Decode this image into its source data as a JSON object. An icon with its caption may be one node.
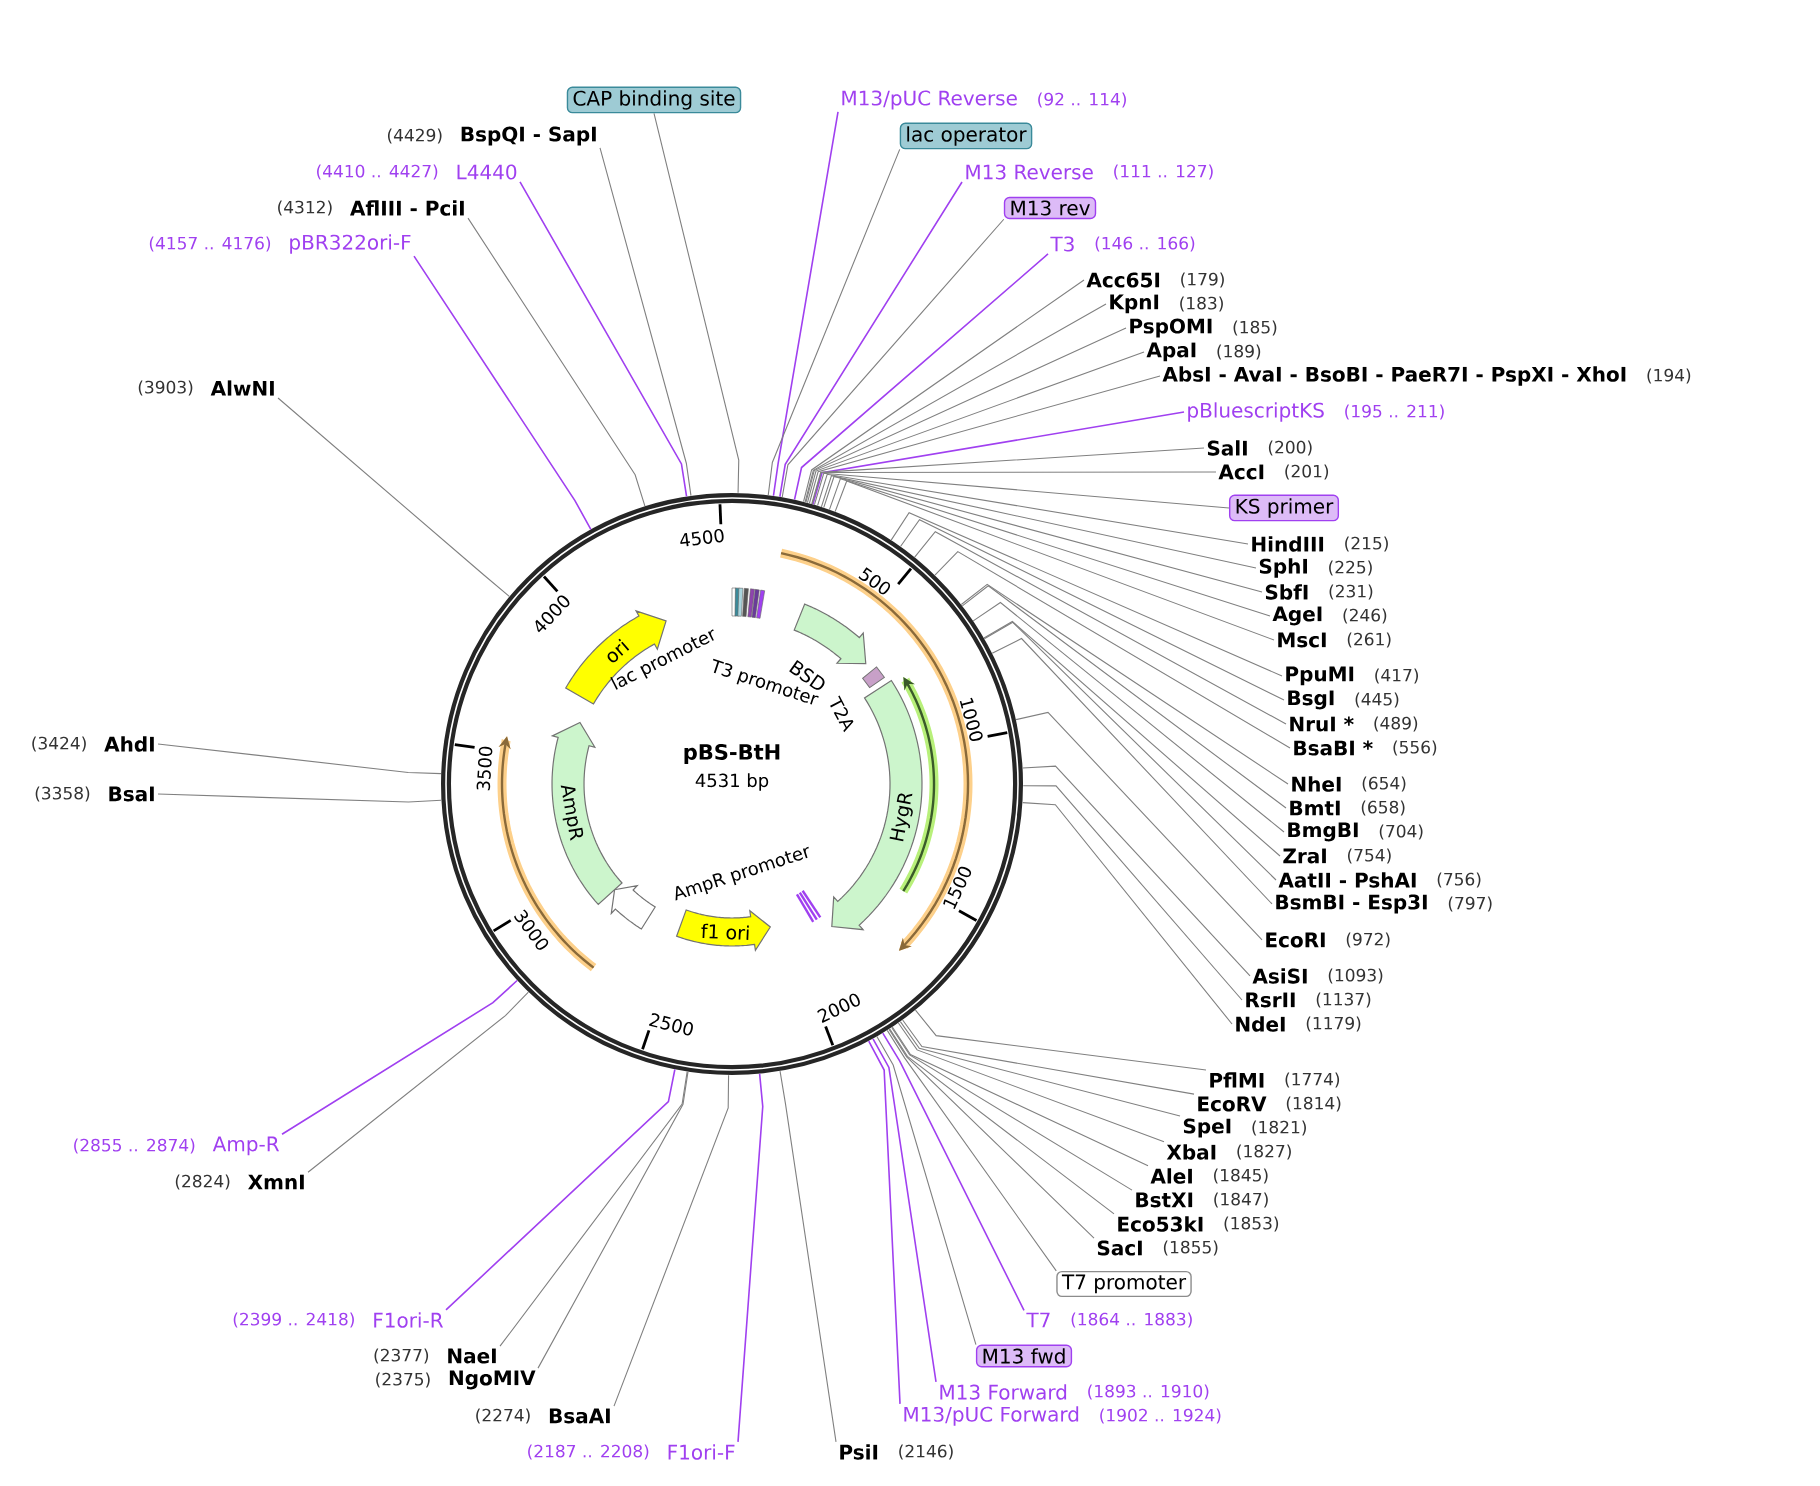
{
  "diagram": {
    "title": "pBS-BtH",
    "nodes": [
      {
        "text": [
          "CAP binding site"
        ]
      },
      {
        "text": [
          "M13/pUC Reverse"
        ],
        "beside": [
          "(92 .. 114)"
        ]
      },
      {
        "text": [
          "BspQI - SapI"
        ],
        "beside": [
          "(4429)"
        ]
      },
      {
        "text": [
          "lac operator"
        ]
      },
      {
        "text": [
          "L4440"
        ],
        "beside": [
          "(4410 .. 4427)"
        ]
      },
      {
        "text": [
          "M13 Reverse"
        ],
        "beside": [
          "(111 .. 127)"
        ]
      },
      {
        "text": [
          "AflIII - PciI"
        ],
        "beside": [
          "(4312)"
        ]
      },
      {
        "text": [
          "M13 rev"
        ]
      },
      {
        "text": [
          "pBR322ori-F"
        ],
        "beside": [
          "(4157 .. 4176)"
        ]
      },
      {
        "text": [
          "T3"
        ],
        "beside": [
          "(146 .. 166)"
        ]
      },
      {
        "text": [
          "Acc65I"
        ],
        "beside": [
          "(179)"
        ]
      },
      {
        "text": [
          "KpnI"
        ],
        "beside": [
          "(183)"
        ]
      },
      {
        "text": [
          "PspOMI"
        ],
        "beside": [
          "(185)"
        ]
      },
      {
        "text": [
          "ApaI"
        ],
        "beside": [
          "(189)"
        ]
      },
      {
        "text": [
          "AbsI - AvaI - BsoBI - PaeR7I - PspXI - XhoI"
        ],
        "beside": [
          "(194)"
        ]
      },
      {
        "text": [
          "AlwNI"
        ],
        "beside": [
          "(3903)"
        ]
      },
      {
        "text": [
          "pBluescriptKS"
        ],
        "beside": [
          "(195 .. 211)"
        ]
      },
      {
        "text": [
          "SalI"
        ],
        "beside": [
          "(200)"
        ]
      },
      {
        "text": [
          "AccI"
        ],
        "beside": [
          "(201)"
        ]
      },
      {
        "text": [
          "KS primer"
        ]
      },
      {
        "text": [
          "HindIII"
        ],
        "beside": [
          "(215)"
        ]
      },
      {
        "text": [
          "SphI"
        ],
        "beside": [
          "(225)"
        ]
      },
      {
        "text": [
          "SbfI"
        ],
        "beside": [
          "(231)"
        ]
      },
      {
        "text": [
          "AgeI"
        ],
        "beside": [
          "(246)"
        ]
      },
      {
        "text": [
          "MscI"
        ],
        "beside": [
          "(261)"
        ]
      },
      {
        "text": [
          "PpuMI"
        ],
        "beside": [
          "(417)"
        ]
      },
      {
        "text": [
          "BsgI"
        ],
        "beside": [
          "(445)"
        ]
      },
      {
        "text": [
          "NruI *"
        ],
        "beside": [
          "(489)"
        ]
      },
      {
        "text": [
          "AhdI"
        ],
        "beside": [
          "(3424)"
        ]
      },
      {
        "text": [
          "BsaBI *"
        ],
        "beside": [
          "(556)"
        ]
      },
      {
        "text": [
          "NheI"
        ],
        "beside": [
          "(654)"
        ]
      },
      {
        "text": [
          "BsaI"
        ],
        "beside": [
          "(3358)"
        ]
      },
      {
        "text": [
          "BmtI"
        ],
        "beside": [
          "(658)"
        ]
      },
      {
        "text": [
          "BmgBI"
        ],
        "beside": [
          "(704)"
        ]
      },
      {
        "text": [
          "ZraI"
        ],
        "beside": [
          "(754)"
        ]
      },
      {
        "text": [
          "AatII - PshAI"
        ],
        "beside": [
          "(756)"
        ]
      },
      {
        "text": [
          "BsmBI - Esp3I"
        ],
        "beside": [
          "(797)"
        ]
      },
      {
        "text": [
          "EcoRI"
        ],
        "beside": [
          "(972)"
        ]
      },
      {
        "text": [
          "AsiSI"
        ],
        "beside": [
          "(1093)"
        ]
      },
      {
        "text": [
          "RsrII"
        ],
        "beside": [
          "(1137)"
        ]
      },
      {
        "text": [
          "NdeI"
        ],
        "beside": [
          "(1179)"
        ]
      },
      {
        "text": [
          "PflMI"
        ],
        "beside": [
          "(1774)"
        ]
      },
      {
        "text": [
          "EcoRV"
        ],
        "beside": [
          "(1814)"
        ]
      },
      {
        "text": [
          "SpeI"
        ],
        "beside": [
          "(1821)"
        ]
      },
      {
        "text": [
          "Amp-R"
        ],
        "beside": [
          "(2855 .. 2874)"
        ]
      },
      {
        "text": [
          "XbaI"
        ],
        "beside": [
          "(1827)"
        ]
      },
      {
        "text": [
          "AleI"
        ],
        "beside": [
          "(1845)"
        ]
      },
      {
        "text": [
          "XmnI"
        ],
        "beside": [
          "(2824)"
        ]
      },
      {
        "text": [
          "BstXI"
        ],
        "beside": [
          "(1847)"
        ]
      },
      {
        "text": [
          "Eco53kI"
        ],
        "beside": [
          "(1853)"
        ]
      },
      {
        "text": [
          "SacI"
        ],
        "beside": [
          "(1855)"
        ]
      },
      {
        "text": [
          "T7 promoter"
        ]
      },
      {
        "text": [
          "F1ori-R"
        ],
        "beside": [
          "(2399 .. 2418)"
        ]
      },
      {
        "text": [
          "T7"
        ],
        "beside": [
          "(1864 .. 1883)"
        ]
      },
      {
        "text": [
          "NaeI"
        ],
        "beside": [
          "(2377)"
        ]
      },
      {
        "text": [
          "M13 fwd"
        ]
      },
      {
        "text": [
          "NgoMIV"
        ],
        "beside": [
          "(2375)"
        ]
      },
      {
        "text": [
          "M13 Forward"
        ],
        "beside": [
          "(1893 .. 1910)"
        ]
      },
      {
        "text": [
          "BsaAI"
        ],
        "beside": [
          "(2274)"
        ]
      },
      {
        "text": [
          "M13/pUC Forward"
        ],
        "beside": [
          "(1902 .. 1924)"
        ]
      },
      {
        "text": [
          "F1ori-F"
        ],
        "beside": [
          "(2187 .. 2208)"
        ]
      },
      {
        "text": [
          "PsiI"
        ],
        "beside": [
          "(2146)"
        ]
      },
      {
        "text": [],
        "shape": "circle"
      },
      {
        "text": [
          "ori"
        ],
        "in": 62
      },
      {
        "text": [
          "BSD"
        ],
        "in": 62
      },
      {
        "text": [
          "HygR"
        ],
        "in": 62
      },
      {
        "text": [
          "AmpR"
        ],
        "in": 62
      },
      {
        "text": [
          "f1 ori"
        ],
        "in": 62
      }
    ],
    "edges": [
      {
        "from": 0,
        "to": 62,
        "arrow": "none"
      },
      {
        "from": 1,
        "to": 62,
        "arrow": "none",
        "color": "#a040f0"
      },
      {
        "from": 2,
        "to": 62,
        "arrow": "none"
      },
      {
        "from": 3,
        "to": 62,
        "arrow": "none"
      },
      {
        "from": 4,
        "to": 62,
        "arrow": "none",
        "color": "#a040f0"
      },
      {
        "from": 5,
        "to": 62,
        "arrow": "none",
        "color": "#a040f0"
      },
      {
        "from": 6,
        "to": 62,
        "arrow": "none"
      },
      {
        "from": 7,
        "to": 62,
        "arrow": "none"
      },
      {
        "from": 8,
        "to": 62,
        "arrow": "none",
        "color": "#a040f0"
      },
      {
        "from": 9,
        "to": 62,
        "arrow": "none",
        "color": "#a040f0"
      },
      {
        "from": 10,
        "to": 62,
        "arrow": "none"
      },
      {
        "from": 11,
        "to": 62,
        "arrow": "none"
      },
      {
        "from": 12,
        "to": 62,
        "arrow": "none"
      },
      {
        "from": 13,
        "to": 62,
        "arrow": "none"
      },
      {
        "from": 14,
        "to": 62,
        "arrow": "none"
      },
      {
        "from": 15,
        "to": 62,
        "arrow": "none"
      },
      {
        "from": 16,
        "to": 62,
        "arrow": "none",
        "color": "#a040f0"
      },
      {
        "from": 17,
        "to": 62,
        "arrow": "none"
      },
      {
        "from": 18,
        "to": 62,
        "arrow": "none"
      },
      {
        "from": 19,
        "to": 62,
        "arrow": "none"
      },
      {
        "from": 20,
        "to": 62,
        "arrow": "none"
      },
      {
        "from": 21,
        "to": 62,
        "arrow": "none"
      },
      {
        "from": 22,
        "to": 62,
        "arrow": "none"
      },
      {
        "from": 23,
        "to": 62,
        "arrow": "none"
      },
      {
        "from": 24,
        "to": 62,
        "arrow": "none"
      },
      {
        "from": 25,
        "to": 62,
        "arrow": "none"
      },
      {
        "from": 26,
        "to": 62,
        "arrow": "none"
      },
      {
        "from": 27,
        "to": 62,
        "arrow": "none"
      },
      {
        "from": 28,
        "to": 62,
        "arrow": "none"
      },
      {
        "from": 29,
        "to": 62,
        "arrow": "none"
      },
      {
        "from": 30,
        "to": 62,
        "arrow": "none"
      },
      {
        "from": 31,
        "to": 62,
        "arrow": "none"
      },
      {
        "from": 32,
        "to": 62,
        "arrow": "none"
      },
      {
        "from": 33,
        "to": 62,
        "arrow": "none"
      },
      {
        "from": 34,
        "to": 62,
        "arrow": "none"
      },
      {
        "from": 35,
        "to": 62,
        "arrow": "none"
      },
      {
        "from": 36,
        "to": 62,
        "arrow": "none"
      },
      {
        "from": 37,
        "to": 62,
        "arrow": "none"
      },
      {
        "from": 38,
        "to": 62,
        "arrow": "none"
      },
      {
        "from": 39,
        "to": 62,
        "arrow": "none"
      },
      {
        "from": 40,
        "to": 62,
        "arrow": "none"
      },
      {
        "from": 41,
        "to": 62,
        "arrow": "none"
      },
      {
        "from": 42,
        "to": 62,
        "arrow": "none"
      },
      {
        "from": 43,
        "to": 62,
        "arrow": "none"
      },
      {
        "from": 44,
        "to": 62,
        "arrow": "none",
        "color": "#a040f0"
      },
      {
        "from": 45,
        "to": 62,
        "arrow": "none"
      },
      {
        "from": 46,
        "to": 62,
        "arrow": "none"
      },
      {
        "from": 47,
        "to": 62,
        "arrow": "none"
      },
      {
        "from": 48,
        "to": 62,
        "arrow": "none"
      },
      {
        "from": 49,
        "to": 62,
        "arrow": "none"
      },
      {
        "from": 50,
        "to": 62,
        "arrow": "none"
      },
      {
        "from": 51,
        "to": 62,
        "arrow": "none"
      },
      {
        "from": 52,
        "to": 62,
        "arrow": "none",
        "color": "#a040f0"
      },
      {
        "from": 53,
        "to": 62,
        "arrow": "none",
        "color": "#a040f0"
      },
      {
        "from": 54,
        "to": 62,
        "arrow": "none"
      },
      {
        "from": 55,
        "to": 62,
        "arrow": "none"
      },
      {
        "from": 56,
        "to": 62,
        "arrow": "none"
      },
      {
        "from": 57,
        "to": 62,
        "arrow": "none",
        "color": "#a040f0"
      },
      {
        "from": 58,
        "to": 62,
        "arrow": "none"
      },
      {
        "from": 59,
        "to": 62,
        "arrow": "none",
        "color": "#a040f0"
      },
      {
        "from": 60,
        "to": 62,
        "arrow": "none",
        "color": "#a040f0"
      },
      {
        "from": 61,
        "to": 62,
        "arrow": "none"
      }
    ],
    "labels": [
      "4531 bp",
      "500",
      "1000",
      "1500",
      "2000",
      "2500",
      "3000",
      "3500",
      "4000",
      "4500",
      "lac promoter",
      "T3 promoter",
      "T2A",
      "AmpR promoter"
    ]
  }
}
